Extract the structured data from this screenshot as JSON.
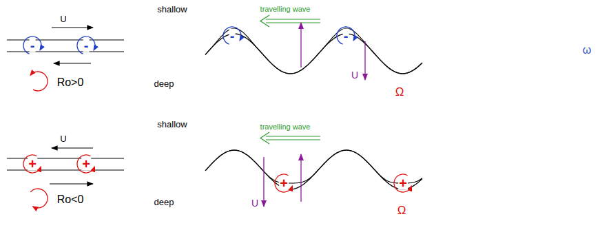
{
  "diagram": {
    "nodes": [
      {
        "text": [
          "-"
        ]
      },
      {
        "text": [
          "-"
        ]
      },
      {
        "text": [
          "-"
        ]
      },
      {
        "text": [
          "-"
        ]
      },
      {
        "text": [
          "+"
        ]
      },
      {
        "text": [
          "+"
        ]
      },
      {
        "text": [
          "+"
        ]
      },
      {
        "text": [
          "+"
        ]
      }
    ],
    "labels": [
      "U",
      "shallow",
      "travelling wave",
      "ω",
      "Ro>0",
      "deep",
      "U",
      "Ω",
      "U",
      "shallow",
      "travelling wave",
      "Ro<0",
      "deep",
      "U",
      "Ω"
    ]
  }
}
